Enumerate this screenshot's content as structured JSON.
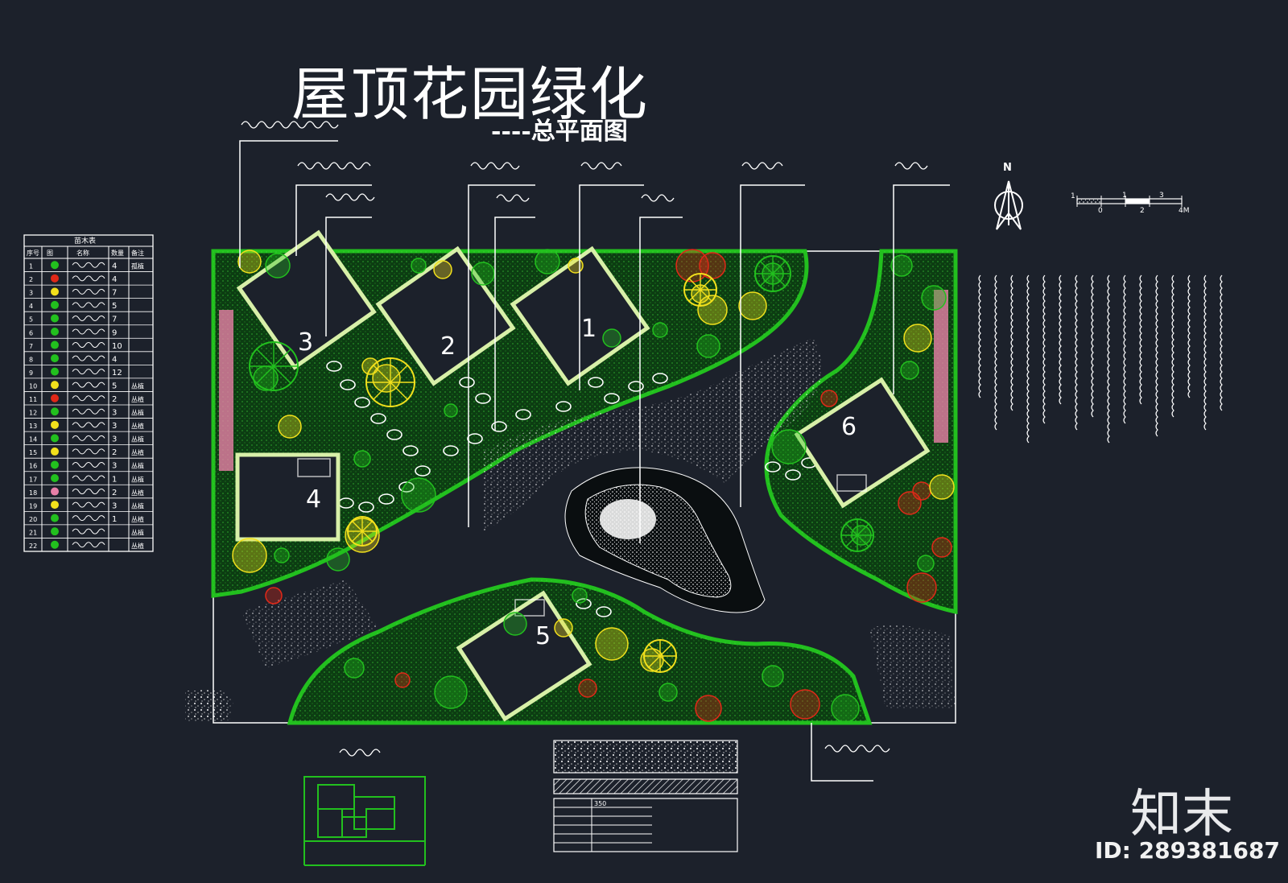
{
  "title": "屋顶花园绿化",
  "subtitle": "----总平面图",
  "plant_table": {
    "header": "苗木表",
    "columns": [
      "序号",
      "图",
      "名称",
      "数量",
      "备注"
    ],
    "rows": [
      {
        "no": "1",
        "qty": "4",
        "note": "孤植"
      },
      {
        "no": "2",
        "qty": "4",
        "note": ""
      },
      {
        "no": "3",
        "qty": "7",
        "note": ""
      },
      {
        "no": "4",
        "qty": "5",
        "note": ""
      },
      {
        "no": "5",
        "qty": "7",
        "note": ""
      },
      {
        "no": "6",
        "qty": "9",
        "note": ""
      },
      {
        "no": "7",
        "qty": "10",
        "note": ""
      },
      {
        "no": "8",
        "qty": "4",
        "note": ""
      },
      {
        "no": "9",
        "qty": "12",
        "note": ""
      },
      {
        "no": "10",
        "qty": "5",
        "note": "丛植"
      },
      {
        "no": "11",
        "qty": "2",
        "note": "丛植"
      },
      {
        "no": "12",
        "qty": "3",
        "note": "丛植"
      },
      {
        "no": "13",
        "qty": "3",
        "note": "丛植"
      },
      {
        "no": "14",
        "qty": "3",
        "note": "丛植"
      },
      {
        "no": "15",
        "qty": "2",
        "note": "丛植"
      },
      {
        "no": "16",
        "qty": "3",
        "note": "丛植"
      },
      {
        "no": "17",
        "qty": "1",
        "note": "丛植"
      },
      {
        "no": "18",
        "qty": "2",
        "note": "丛植"
      },
      {
        "no": "19",
        "qty": "3",
        "note": "丛植"
      },
      {
        "no": "20",
        "qty": "1",
        "note": "丛植"
      },
      {
        "no": "21",
        "qty": "",
        "note": "丛植"
      },
      {
        "no": "22",
        "qty": "",
        "note": "丛植"
      }
    ]
  },
  "building_numbers": [
    "3",
    "2",
    "1",
    "4",
    "6",
    "5"
  ],
  "north_label": "N",
  "scale_bar": {
    "top": [
      "1",
      "1",
      "3"
    ],
    "bottom": [
      "0",
      "2",
      "4M"
    ]
  },
  "legend_rows": [
    "350",
    "",
    "",
    "",
    "",
    ""
  ],
  "brand": "知末",
  "image_id": "ID: 289381687",
  "colors": {
    "background": "#1c212b",
    "lawn": "#0c3d12",
    "plant_green": "#22c01e",
    "plant_yellow": "#f2e01c",
    "plant_red": "#e02818",
    "plant_pink": "#e87fa8",
    "line": "#ffffff"
  },
  "icons": [
    "compass-icon",
    "scale-bar-icon"
  ]
}
